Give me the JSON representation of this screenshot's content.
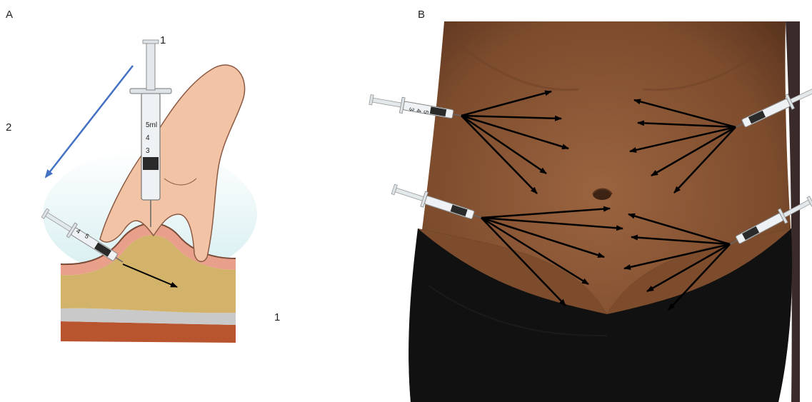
{
  "panels": {
    "a": {
      "label": "A",
      "step_top": "1",
      "step_side": "2",
      "step_bottom": "1",
      "syringe_scale_top": [
        "5ml",
        "4",
        "3"
      ],
      "syringe_scale_angled": [
        "5",
        "4"
      ]
    },
    "b": {
      "label": "B",
      "syringe_scale": [
        "3",
        "4",
        "5"
      ],
      "injection_sites": [
        {
          "site": "upper-left",
          "arrow_count": 5
        },
        {
          "site": "upper-right",
          "arrow_count": 5
        },
        {
          "site": "lower-left",
          "arrow_count": 5
        },
        {
          "site": "lower-right",
          "arrow_count": 5
        }
      ]
    }
  },
  "colors": {
    "skin_illustration": "#f2c3a4",
    "fat": "#d3b36a",
    "muscle": "#b8552f",
    "dermis": "#e9a08a",
    "blue_arrow": "#4472c4",
    "torso_skin": "#8a5634",
    "underwear": "#111111",
    "arrow": "#000000"
  }
}
